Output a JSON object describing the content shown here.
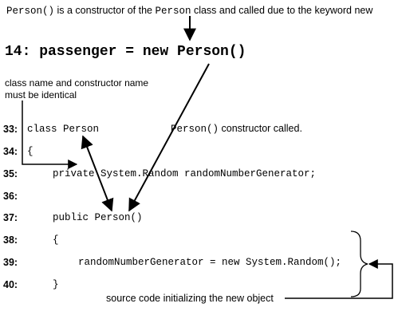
{
  "captions": {
    "top_prefix_code": "Person()",
    "top_middle": " is a constructor of the ",
    "top_class_code": "Person",
    "top_suffix": " class and called due to the keyword new",
    "class_note": "class name and constructor name must be identical",
    "ctor_code": "Person()",
    "ctor_suffix": " constructor called.",
    "bottom_note": "source code initializing the new object"
  },
  "statement": {
    "number": "14:",
    "code_prefix": " passenger = new Person",
    "code_parens": "()"
  },
  "code_lines": [
    {
      "num": "33:",
      "text": "class Person"
    },
    {
      "num": "34:",
      "text": "{"
    },
    {
      "num": "35:",
      "text": "private System.Random randomNumberGenerator;"
    },
    {
      "num": "36:",
      "text": ""
    },
    {
      "num": "37:",
      "text": "public Person()"
    },
    {
      "num": "38:",
      "text": "{"
    },
    {
      "num": "39:",
      "text": "randomNumberGenerator = new System.Random();"
    },
    {
      "num": "40:",
      "text": "}"
    }
  ],
  "colors": {
    "ink": "#000000",
    "background": "#ffffff"
  }
}
